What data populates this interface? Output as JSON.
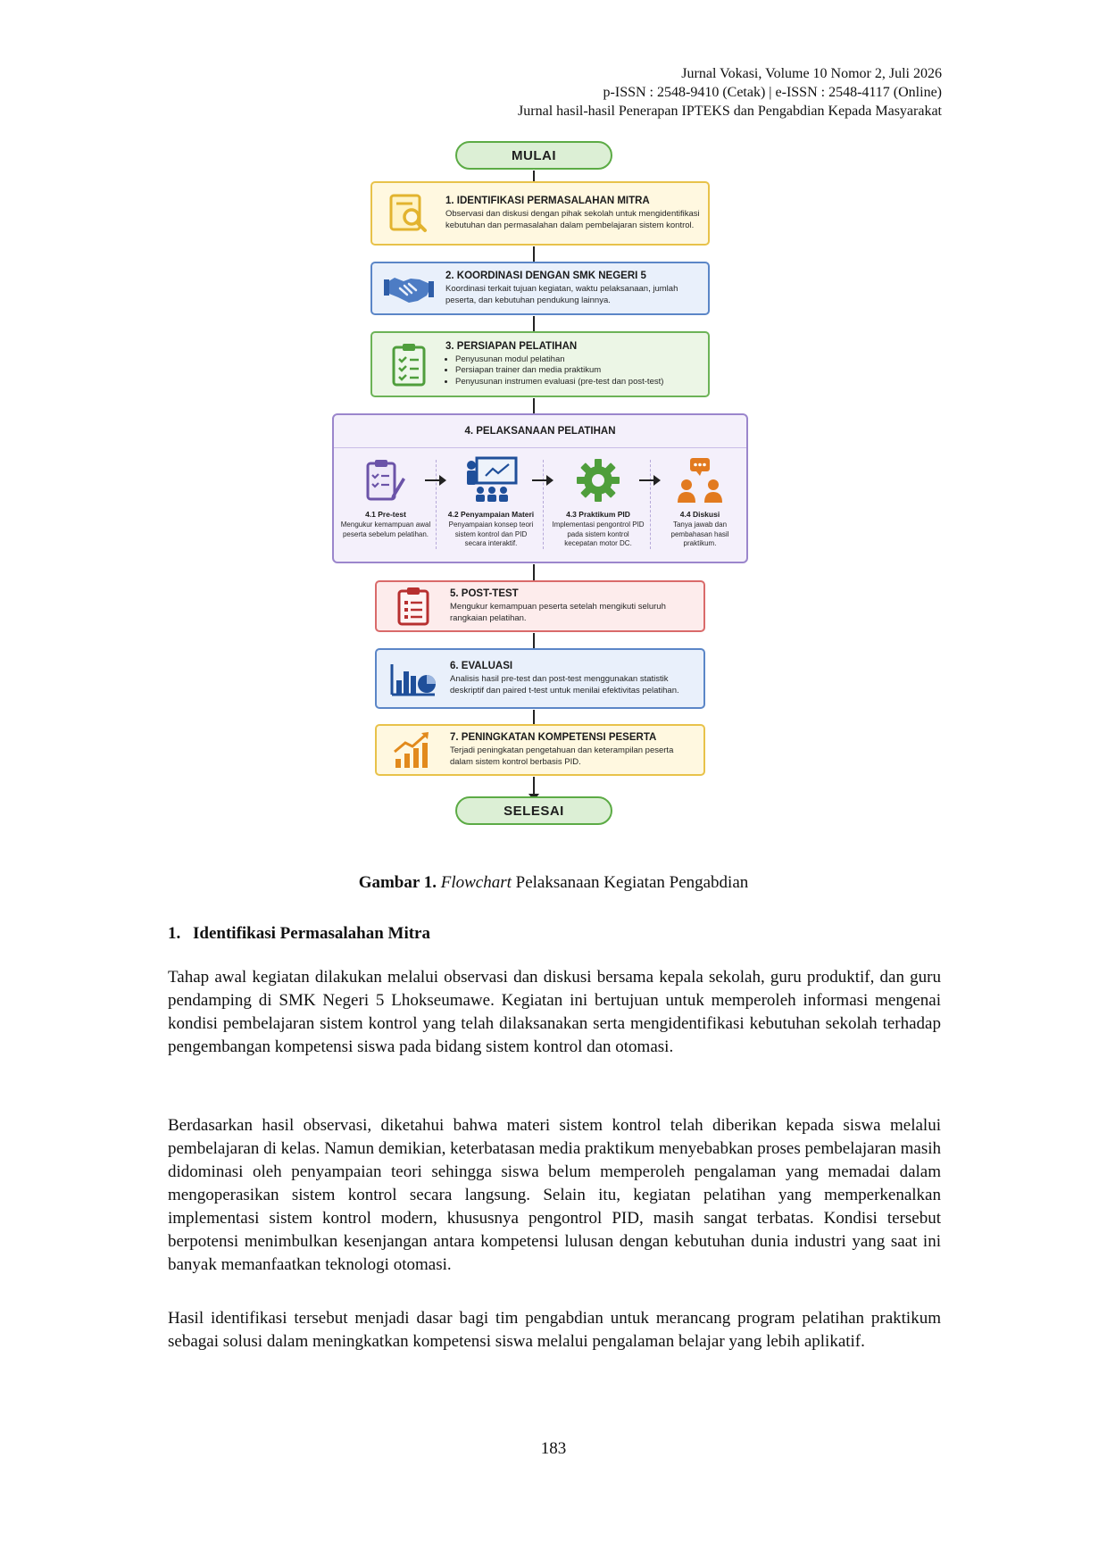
{
  "header": {
    "line1": "Jurnal Vokasi, Volume 10 Nomor 2, Juli 2026",
    "line2": "p-ISSN : 2548-9410 (Cetak) | e-ISSN : 2548-4117 (Online)",
    "line3": "Jurnal hasil-hasil Penerapan IPTEKS dan Pengabdian Kepada Masyarakat"
  },
  "flowchart": {
    "start": "MULAI",
    "end": "SELESAI",
    "steps": [
      {
        "title": "1. IDENTIFIKASI PERMASALAHAN MITRA",
        "desc": "Observasi dan diskusi dengan pihak sekolah untuk mengidentifikasi kebutuhan dan permasalahan dalam pembelajaran sistem kontrol.",
        "icon": "magnifier-document-icon",
        "color": "#e8c24a"
      },
      {
        "title": "2. KOORDINASI DENGAN SMK NEGERI 5",
        "desc": "Koordinasi terkait tujuan kegiatan, waktu pelaksanaan, jumlah peserta, dan kebutuhan pendukung lainnya.",
        "icon": "handshake-icon",
        "color": "#5b86c7"
      },
      {
        "title": "3. PERSIAPAN PELATIHAN",
        "bullets": [
          "Penyusunan modul pelatihan",
          "Persiapan trainer dan media praktikum",
          "Penyusunan instrumen evaluasi (pre-test dan post-test)"
        ],
        "icon": "clipboard-checklist-icon",
        "color": "#6cb357"
      },
      {
        "title": "4. PELAKSANAAN PELATIHAN",
        "color": "#9b86cc",
        "substeps": [
          {
            "title": "4.1 Pre-test",
            "desc": "Mengukur kemampuan awal peserta sebelum pelatihan.",
            "icon": "clipboard-pencil-icon"
          },
          {
            "title": "4.2 Penyampaian Materi",
            "desc": "Penyampaian konsep teori sistem kontrol dan PID secara interaktif.",
            "icon": "presentation-icon"
          },
          {
            "title": "4.3 Praktikum PID",
            "desc": "Implementasi pengontrol PID pada sistem kontrol kecepatan motor DC.",
            "icon": "gear-icon"
          },
          {
            "title": "4.4 Diskusi",
            "desc": "Tanya jawab dan pembahasan hasil praktikum.",
            "icon": "discussion-icon"
          }
        ]
      },
      {
        "title": "5. POST-TEST",
        "desc": "Mengukur kemampuan peserta setelah mengikuti seluruh rangkaian pelatihan.",
        "icon": "clipboard-list-icon",
        "color": "#d96a6a"
      },
      {
        "title": "6. EVALUASI",
        "desc": "Analisis hasil pre-test dan post-test menggunakan statistik deskriptif dan paired t-test untuk menilai efektivitas pelatihan.",
        "icon": "bar-pie-chart-icon",
        "color": "#5b86c7"
      },
      {
        "title": "7. PENINGKATAN KOMPETENSI PESERTA",
        "desc": "Terjadi peningkatan pengetahuan dan keterampilan peserta dalam sistem kontrol berbasis PID.",
        "icon": "growth-chart-icon",
        "color": "#e8c24a"
      }
    ]
  },
  "caption": {
    "label": "Gambar 1.",
    "italic": "Flowchart",
    "rest": "Pelaksanaan Kegiatan Pengabdian"
  },
  "section": {
    "number": "1.",
    "title": "Identifikasi Permasalahan Mitra"
  },
  "paragraphs": [
    "Tahap awal kegiatan dilakukan melalui observasi dan diskusi bersama kepala sekolah, guru produktif, dan guru pendamping di SMK Negeri 5 Lhokseumawe. Kegiatan ini bertujuan untuk memperoleh informasi mengenai kondisi pembelajaran sistem kontrol yang telah dilaksanakan serta mengidentifikasi kebutuhan sekolah terhadap pengembangan kompetensi siswa pada bidang sistem kontrol dan otomasi.",
    "Berdasarkan hasil observasi, diketahui bahwa materi sistem kontrol telah diberikan kepada siswa melalui pembelajaran di kelas. Namun demikian, keterbatasan media praktikum menyebabkan proses pembelajaran masih didominasi oleh penyampaian teori sehingga siswa belum memperoleh pengalaman yang memadai dalam mengoperasikan sistem kontrol secara langsung. Selain itu, kegiatan pelatihan yang memperkenalkan implementasi sistem kontrol modern, khususnya pengontrol PID, masih sangat terbatas. Kondisi tersebut berpotensi menimbulkan kesenjangan antara kompetensi lulusan dengan kebutuhan dunia industri yang saat ini banyak memanfaatkan teknologi otomasi.",
    "Hasil identifikasi tersebut menjadi dasar bagi tim pengabdian untuk merancang program pelatihan praktikum sebagai solusi dalam meningkatkan kompetensi siswa melalui pengalaman belajar yang lebih aplikatif."
  ],
  "page_number": "183"
}
